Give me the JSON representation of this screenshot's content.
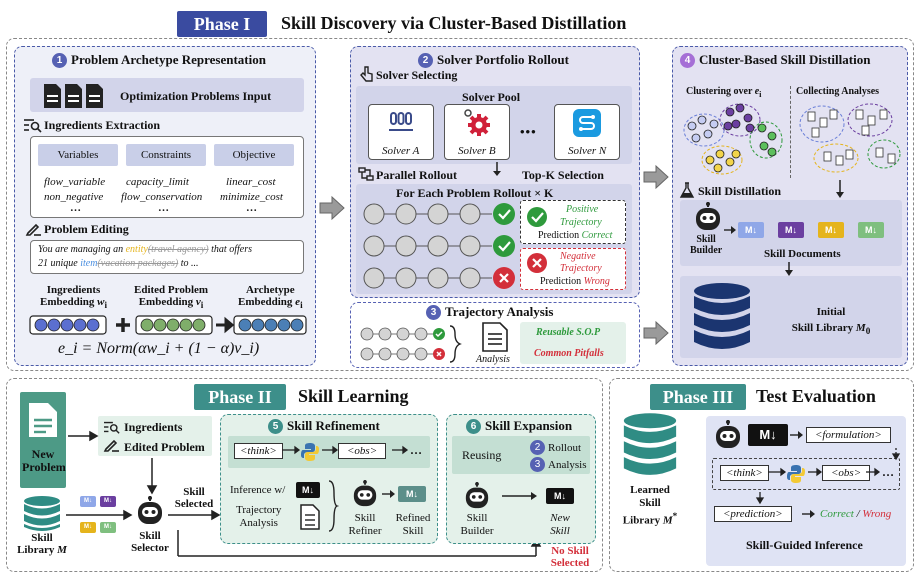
{
  "phase1": {
    "badge": "Phase I",
    "title": "Skill Discovery via Cluster-Based Distillation",
    "s1": {
      "num": "1",
      "title": "Problem Archetype Representation",
      "input_label": "Optimization Problems Input",
      "ingredients_title": "Ingredients Extraction",
      "cols": [
        {
          "head": "Variables",
          "v1": "flow_variable",
          "v2": "non_negative",
          "dots": "…"
        },
        {
          "head": "Constraints",
          "v1": "capacity_limit",
          "v2": "flow_conservation",
          "dots": "…"
        },
        {
          "head": "Objective",
          "v1": "linear_cost",
          "v2": "minimize_cost",
          "dots": "…"
        }
      ],
      "editing_title": "Problem Editing",
      "edit_text": {
        "p1": "You are managing an ",
        "e1": "entity",
        "s1": "(travel agency)",
        "p2": " that offers",
        "p3": "21 unique ",
        "e2": "item",
        "s2": "(vacation packages)",
        "p4": " to ..."
      },
      "emb1": "Ingredients",
      "emb1b": "Embedding",
      "emb1v": "w",
      "emb1s": "i",
      "emb2": "Edited Problem",
      "emb2b": "Embedding",
      "emb2v": "v",
      "emb2s": "i",
      "emb3": "Archetype",
      "emb3b": "Embedding",
      "emb3v": "e",
      "emb3s": "i",
      "formula": "e_i = Norm(αw_i + (1 − α)v_i)"
    },
    "s2": {
      "num": "2",
      "title": "Solver Portfolio Rollout",
      "selecting": "Solver Selecting",
      "pool": "Solver Pool",
      "solverA": "Solver A",
      "solverB": "Solver B",
      "solverN": "Solver N",
      "ellipsis": "•••",
      "parallel": "Parallel Rollout",
      "topk": "Top-K Selection",
      "each": "For Each Problem Rollout × K",
      "pos1": "Positive",
      "pos2": "Trajectory",
      "pos3": "Prediction",
      "pos4": "Correct",
      "neg1": "Negative",
      "neg2": "Trajectory",
      "neg3": "Prediction",
      "neg4": "Wrong"
    },
    "s3": {
      "num": "3",
      "title": "Trajectory Analysis",
      "analysis": "Analysis",
      "reusable": "Reusable S.O.P",
      "pitfalls": "Common Pitfalls"
    },
    "s4": {
      "num": "4",
      "title": "Cluster-Based Skill Distillation",
      "clustering": "Clustering over ",
      "clustering_v": "e",
      "clustering_s": "i",
      "collecting": "Collecting Analyses",
      "distill": "Skill Distillation",
      "builder": "Skill",
      "builder2": "Builder",
      "docs": "Skill Documents",
      "lib1": "Initial",
      "lib2": "Skill Library ",
      "lib_v": "M",
      "lib_s": "0"
    }
  },
  "phase2": {
    "badge": "Phase II",
    "title": "Skill Learning",
    "new1": "New",
    "new2": "Problem",
    "ingredients": "Ingredients",
    "edited": "Edited Problem",
    "lib1": "Skill",
    "lib2": "Library ",
    "lib_v": "M",
    "selector1": "Skill",
    "selector2": "Selector",
    "selected1": "Skill",
    "selected2": "Selected",
    "no1": "No Skill",
    "no2": "Selected",
    "s5": {
      "num": "5",
      "title": "Skill Refinement",
      "think": "<think>",
      "obs": "<obs>",
      "dots": "…",
      "inference": "Inference w/",
      "traj1": "Trajectory",
      "traj2": "Analysis",
      "refiner1": "Skill",
      "refiner2": "Refiner",
      "refined1": "Refined",
      "refined2": "Skill"
    },
    "s6": {
      "num": "6",
      "title": "Skill Expansion",
      "reusing": "Reusing",
      "n2": "2",
      "rollout": "Rollout",
      "n3": "3",
      "analysis": "Analysis",
      "builder1": "Skill",
      "builder2": "Builder",
      "new1": "New",
      "new2": "Skill"
    }
  },
  "phase3": {
    "badge": "Phase III",
    "title": "Test Evaluation",
    "lib1": "Learned",
    "lib2": "Skill",
    "lib3": "Library ",
    "lib_v": "M",
    "lib_s": "*",
    "formulation": "<formulation>",
    "think": "<think>",
    "obs": "<obs>",
    "dots": "…",
    "prediction": "<prediction>",
    "correct": "Correct",
    "slash": " / ",
    "wrong": "Wrong",
    "caption": "Skill-Guided Inference"
  },
  "md_label": "M↓",
  "colors": {
    "navy": "#3a4ba0",
    "teal": "#3d8f8a",
    "purple": "#6b3fa0",
    "green": "#2e9a3c",
    "red": "#d32f3a",
    "yellow": "#e5b41c",
    "violet_bg": "#e3e2f2",
    "pool_bg": "#d2d4ea",
    "mint_bg": "#e4f1ea"
  }
}
